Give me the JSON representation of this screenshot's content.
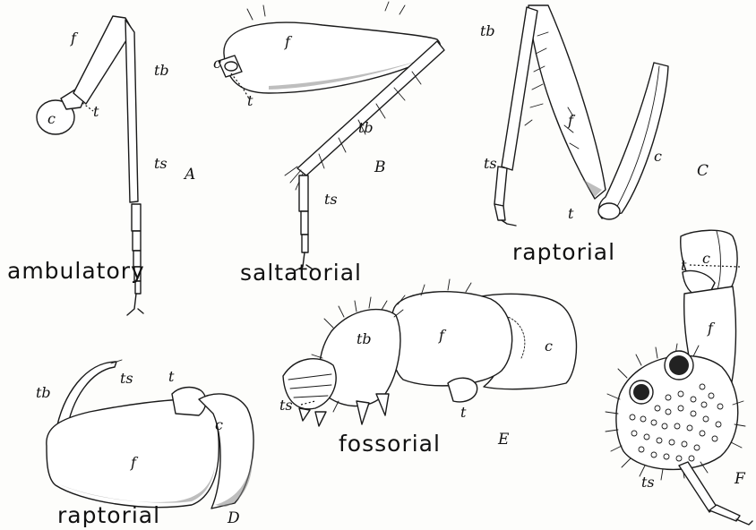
{
  "panels": {
    "A": {
      "letter": "A",
      "caption": "ambulatory",
      "labels": {
        "coxa": "c",
        "trochanter": "t",
        "femur": "f",
        "tibia": "tb",
        "tarsus": "ts"
      }
    },
    "B": {
      "letter": "B",
      "caption": "saltatorial",
      "labels": {
        "coxa": "c",
        "trochanter": "t",
        "femur": "f",
        "tibia": "tb",
        "tarsus": "ts"
      }
    },
    "C": {
      "letter": "C",
      "caption": "raptorial",
      "labels": {
        "tibia": "tb",
        "tarsus": "ts",
        "femur": "f",
        "coxa": "c",
        "trochanter": "t"
      }
    },
    "D": {
      "letter": "D",
      "caption": "raptorial",
      "labels": {
        "tibia": "tb",
        "tarsus": "ts",
        "trochanter": "t",
        "femur": "f",
        "coxa": "c"
      }
    },
    "E": {
      "letter": "E",
      "caption": "fossorial",
      "labels": {
        "tibia": "tb",
        "femur": "f",
        "coxa": "c",
        "tarsus": "ts",
        "trochanter": "t"
      }
    },
    "F": {
      "letter": "F",
      "labels": {
        "coxa": "c",
        "trochanter": "t",
        "femur": "f",
        "tarsus": "ts"
      }
    }
  }
}
